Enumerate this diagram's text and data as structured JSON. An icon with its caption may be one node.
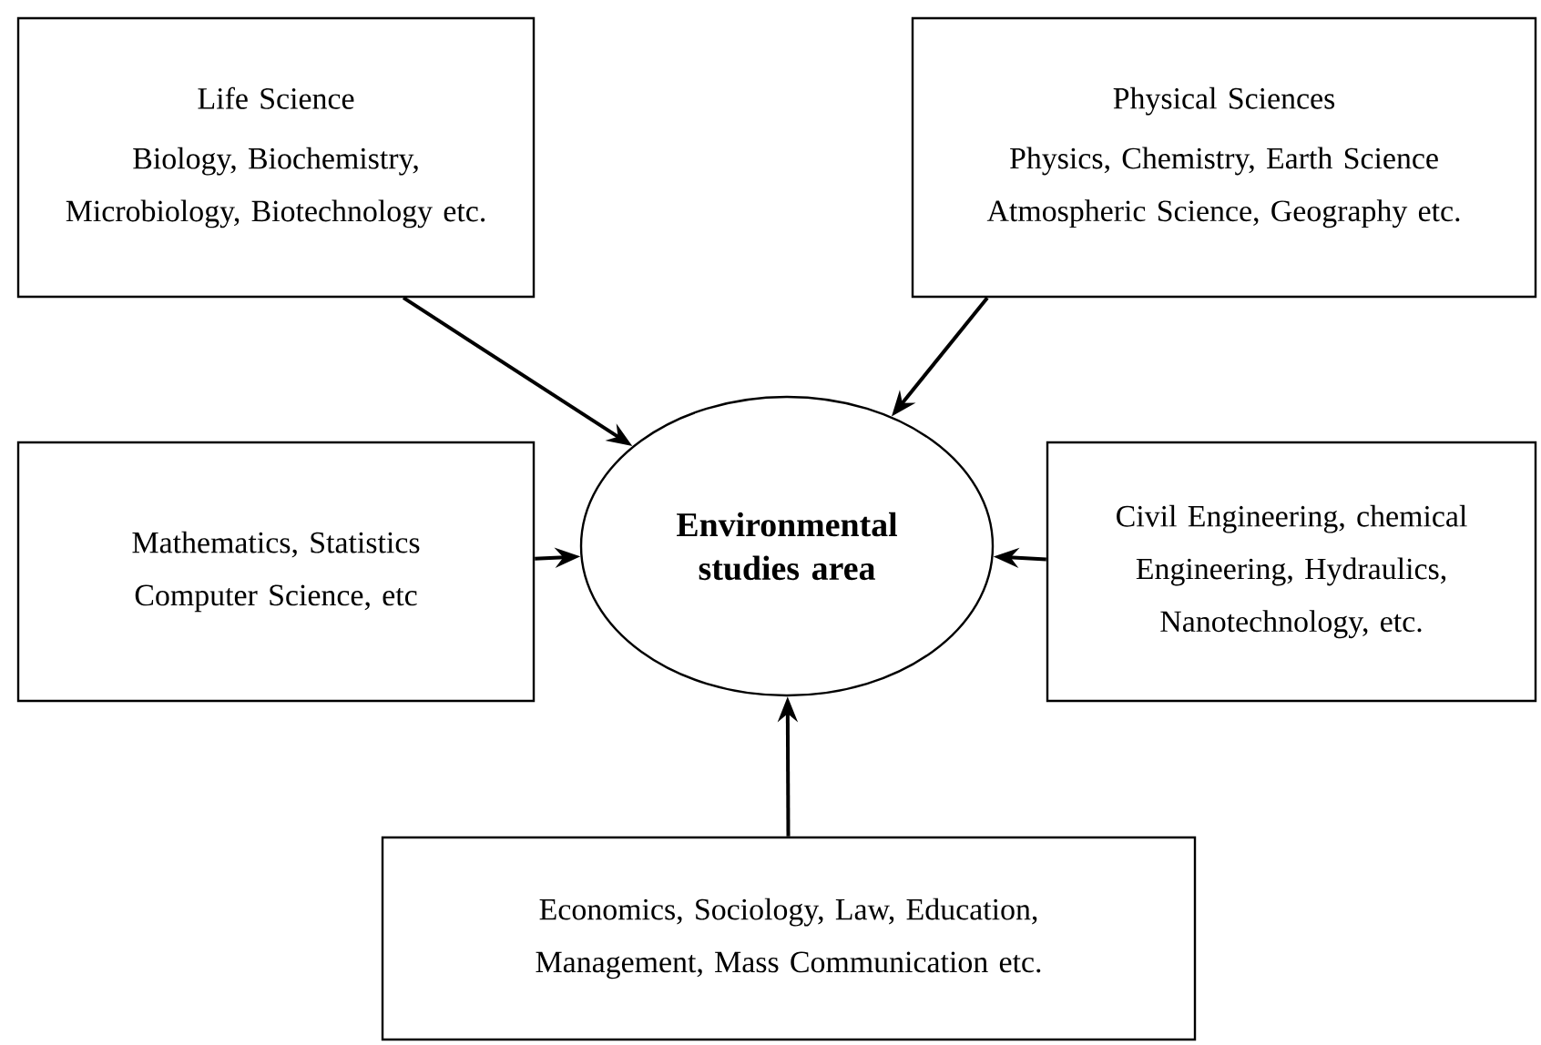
{
  "diagram": {
    "nodes": [
      {
        "text": [
          "Life Science",
          "Biology, Biochemistry, Microbiology, Biotechnology etc."
        ]
      },
      {
        "text": [
          "Physical Sciences",
          "Physics, Chemistry, Earth Science Atmospheric Science, Geography etc."
        ]
      },
      {
        "text": [
          "Mathematics, Statistics Computer Science, etc"
        ]
      },
      {
        "text": [
          "Environmental studies area"
        ]
      },
      {
        "text": [
          "Civil Engineering, chemical Engineering, Hydraulics, Nanotechnology, etc."
        ]
      },
      {
        "text": [
          "Economics, Sociology, Law, Education, Management, Mass Communication etc."
        ]
      }
    ],
    "edges": [
      {
        "from": 0,
        "to": 3,
        "arrow": "to"
      },
      {
        "from": 1,
        "to": 3,
        "arrow": "to"
      },
      {
        "from": 2,
        "to": 3,
        "arrow": "to"
      },
      {
        "from": 4,
        "to": 3,
        "arrow": "to"
      },
      {
        "from": 5,
        "to": 3,
        "arrow": "to"
      }
    ]
  }
}
